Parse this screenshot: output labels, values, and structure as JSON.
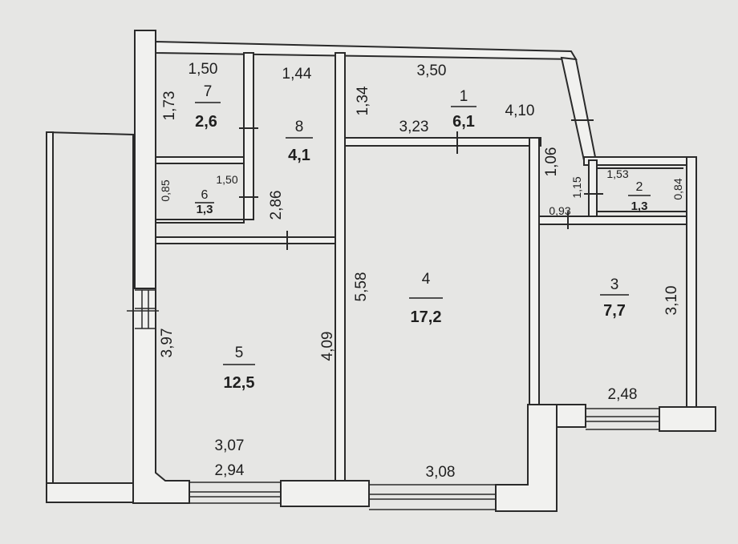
{
  "rooms": [
    {
      "num": "1",
      "area": "6,1"
    },
    {
      "num": "2",
      "area": "1,3"
    },
    {
      "num": "3",
      "area": "7,7"
    },
    {
      "num": "4",
      "area": "17,2"
    },
    {
      "num": "5",
      "area": "12,5"
    },
    {
      "num": "6",
      "area": "1,3"
    },
    {
      "num": "7",
      "area": "2,6"
    },
    {
      "num": "8",
      "area": "4,1"
    }
  ],
  "dims": {
    "r7_width": "1,50",
    "r7_height": "1,73",
    "r8_width": "1,44",
    "r8_height": "2,86",
    "r1_top": "3,50",
    "r1_height": "1,34",
    "r1_bottom": "3,23",
    "r1_diag": "4,10",
    "r1_right": "1,06",
    "r6_width": "1,50",
    "r6_height": "0,85",
    "r2_width": "1,53",
    "r2_height": "0,84",
    "r2_left": "1,15",
    "corridor_small": "0,93",
    "r4_height": "5,58",
    "r4_width": "3,08",
    "r5_height_left": "3,97",
    "r5_height_right": "4,09",
    "r5_width_outer": "3,07",
    "r5_width_inner": "2,94",
    "r3_height": "3,10",
    "r3_width": "2,48"
  }
}
